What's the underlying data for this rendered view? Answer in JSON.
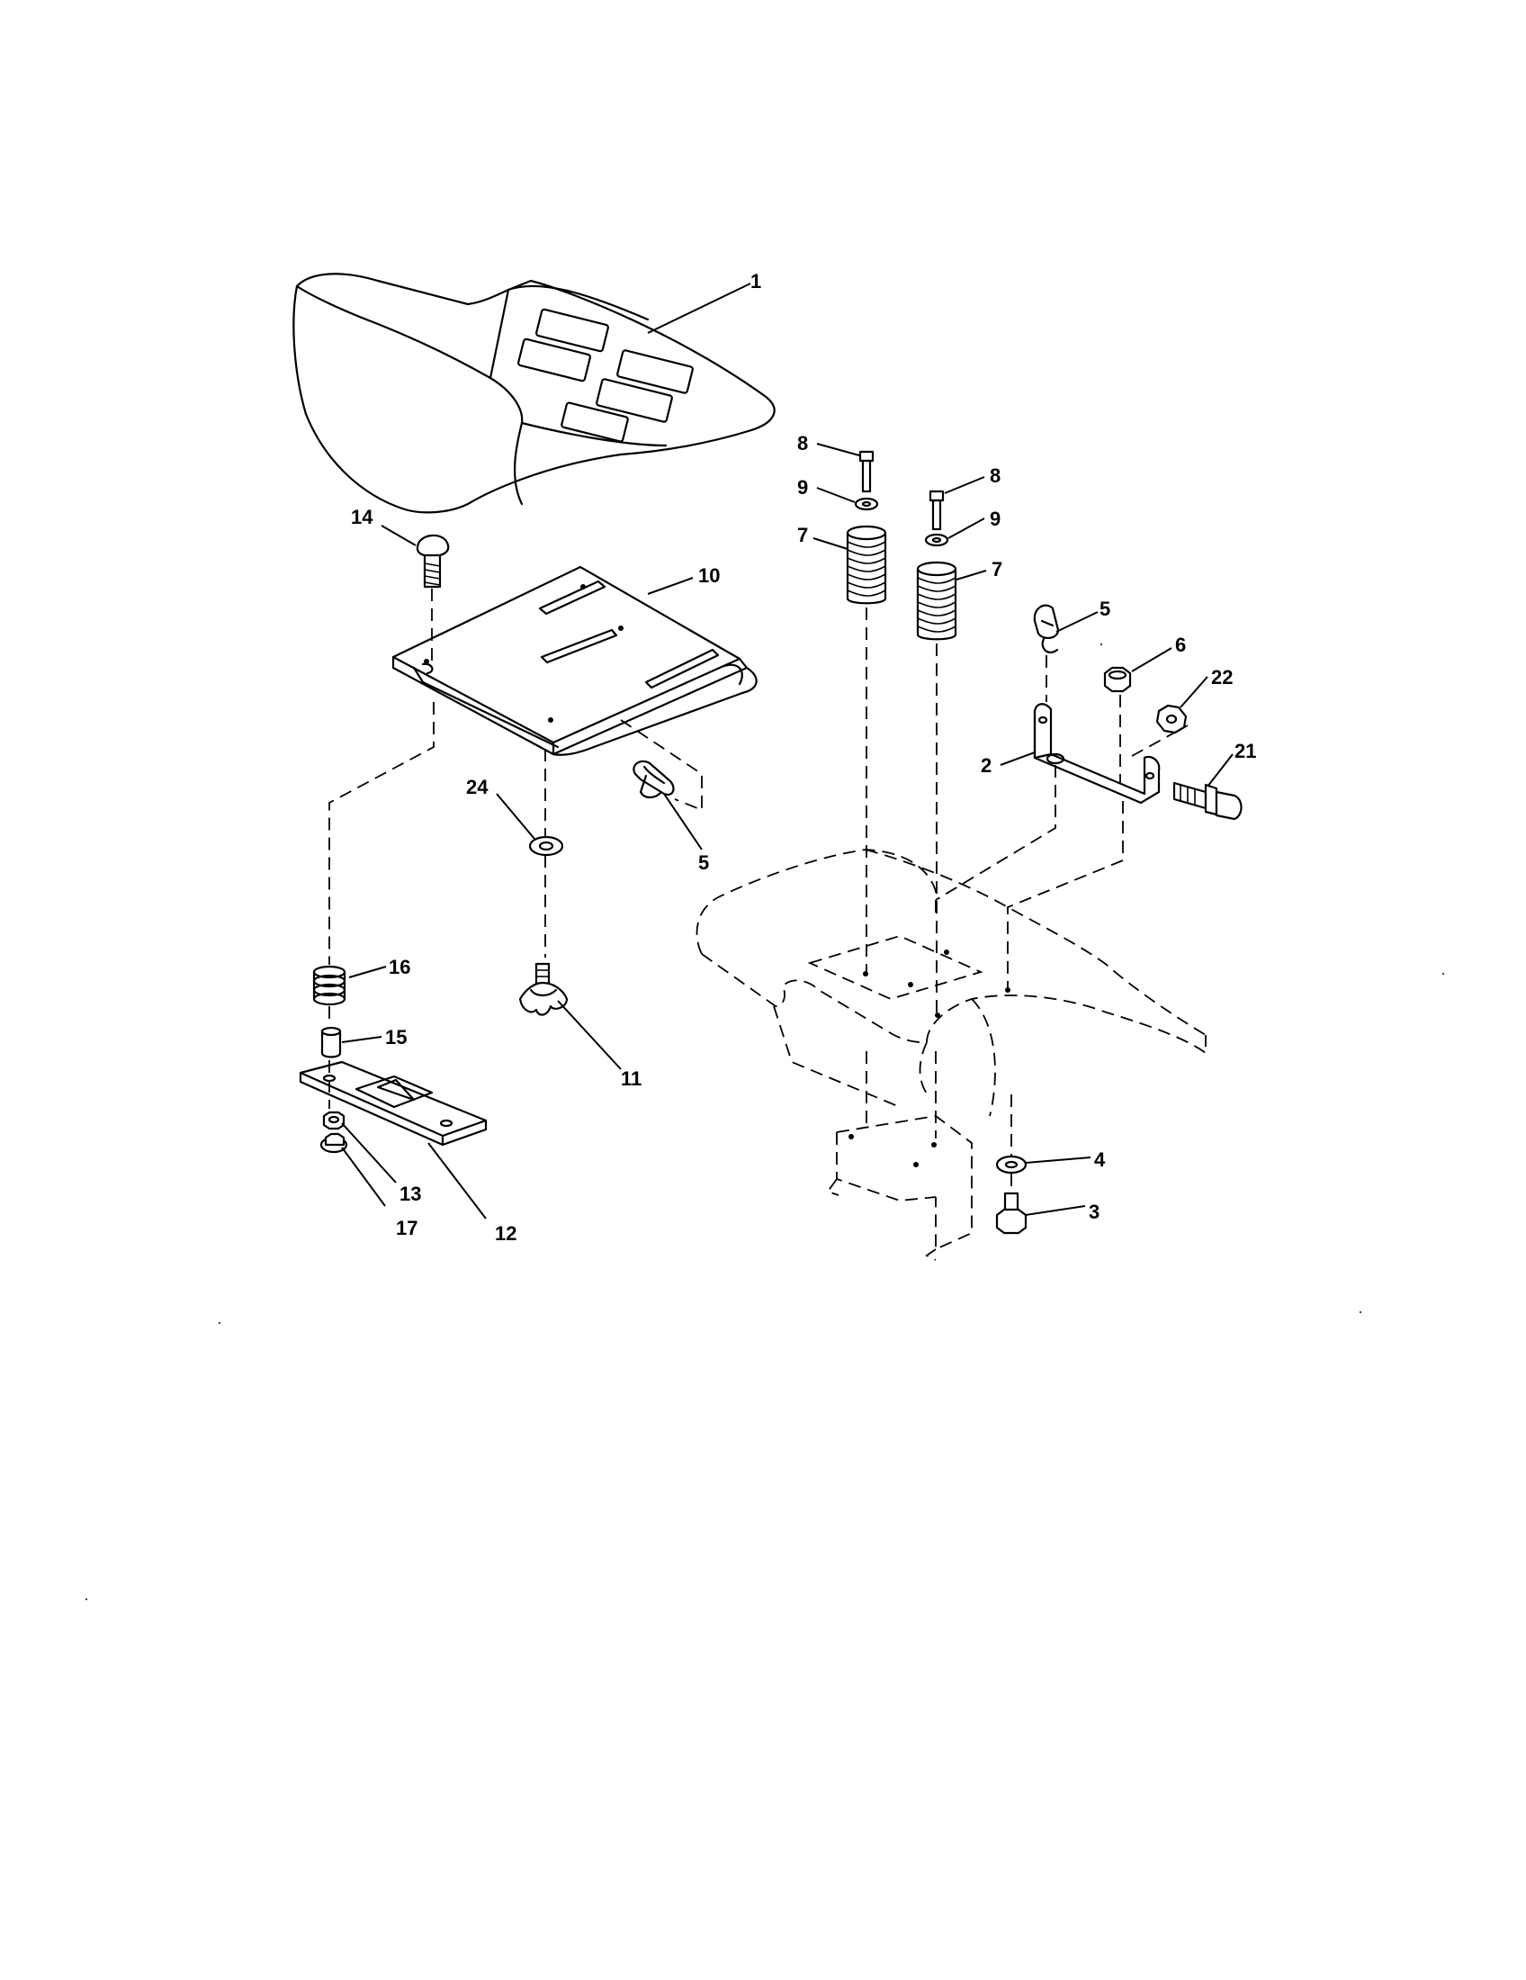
{
  "callouts": [
    {
      "id": "c1",
      "label": "1"
    },
    {
      "id": "c14",
      "label": "14"
    },
    {
      "id": "c10",
      "label": "10"
    },
    {
      "id": "c24",
      "label": "24"
    },
    {
      "id": "c5a",
      "label": "5"
    },
    {
      "id": "c16",
      "label": "16"
    },
    {
      "id": "c15",
      "label": "15"
    },
    {
      "id": "c11",
      "label": "11"
    },
    {
      "id": "c13",
      "label": "13"
    },
    {
      "id": "c17",
      "label": "17"
    },
    {
      "id": "c12",
      "label": "12"
    },
    {
      "id": "c8a",
      "label": "8"
    },
    {
      "id": "c9a",
      "label": "9"
    },
    {
      "id": "c7a",
      "label": "7"
    },
    {
      "id": "c8b",
      "label": "8"
    },
    {
      "id": "c9b",
      "label": "9"
    },
    {
      "id": "c7b",
      "label": "7"
    },
    {
      "id": "c5b",
      "label": "5"
    },
    {
      "id": "c6",
      "label": "6"
    },
    {
      "id": "c22",
      "label": "22"
    },
    {
      "id": "c2",
      "label": "2"
    },
    {
      "id": "c21",
      "label": "21"
    },
    {
      "id": "c4",
      "label": "4"
    },
    {
      "id": "c3",
      "label": "3"
    }
  ]
}
